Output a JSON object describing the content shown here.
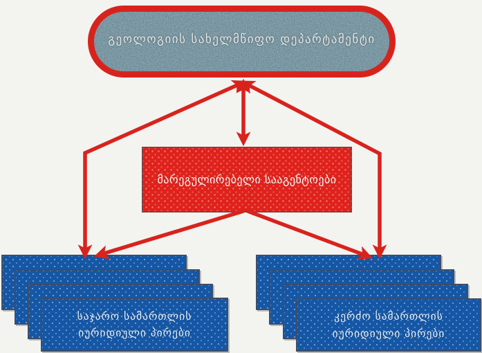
{
  "title_box": {
    "label": "გეოლოგიის სახელმწიფო დეპარტამენტი"
  },
  "middle_box": {
    "label": "მარეგულირებელი სააგენტოები"
  },
  "stacks": [
    {
      "id": "public-law-entities",
      "lines": [
        "საჯარო სამართლის",
        "იურიდიული პირები"
      ],
      "card_count": 4
    },
    {
      "id": "private-law-entities",
      "lines": [
        "კერძო სამართლის",
        "იურიდიული პირები"
      ],
      "card_count": 4
    }
  ],
  "connections": [
    {
      "from": "middle_box",
      "to": "title_box",
      "bidirectional": true,
      "shape": "straight-vertical"
    },
    {
      "from": "public-law-entities",
      "to": "title_box",
      "bidirectional": true,
      "shape": "elbow"
    },
    {
      "from": "private-law-entities",
      "to": "title_box",
      "bidirectional": true,
      "shape": "elbow"
    },
    {
      "from": "middle_box",
      "to": "public-law-entities",
      "bidirectional": false,
      "shape": "diagonal"
    },
    {
      "from": "middle_box",
      "to": "private-law-entities",
      "bidirectional": false,
      "shape": "diagonal"
    }
  ],
  "colors": {
    "arrow_red": "#d8231d",
    "middle_box_red": "#df221c",
    "card_blue": "#1557a5",
    "card_border": "#3d4d68",
    "granite_base": "#8fb0bd",
    "background": "#f3f3f0",
    "text_light": "#eef3f9"
  }
}
